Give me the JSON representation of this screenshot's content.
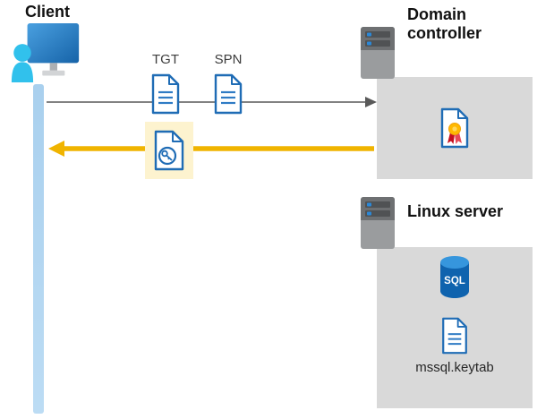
{
  "client": {
    "label": "Client"
  },
  "domain_controller": {
    "label": "Domain controller"
  },
  "linux_server": {
    "label": "Linux server",
    "keytab_label": "mssql.keytab",
    "sql_label": "SQL"
  },
  "flow": {
    "tgt_label": "TGT",
    "spn_label": "SPN"
  },
  "icons": {
    "client": "person-at-computer-icon",
    "domain_controller": "server-icon",
    "linux_server": "server-icon",
    "tgt": "document-icon",
    "spn": "document-icon",
    "service_ticket": "document-with-key-icon",
    "certificate": "certificate-icon",
    "database": "sql-database-icon",
    "keytab": "document-icon"
  },
  "colors": {
    "request_arrow": "#595959",
    "response_arrow": "#f0b400",
    "highlight_background": "#fdf3cf",
    "panel_background": "#d9d9d9",
    "lifeline": "#b5d8f0",
    "document_blue": "#1f6cb5",
    "sql_blue": "#0f63ae",
    "person_cyan": "#31c1ec"
  }
}
